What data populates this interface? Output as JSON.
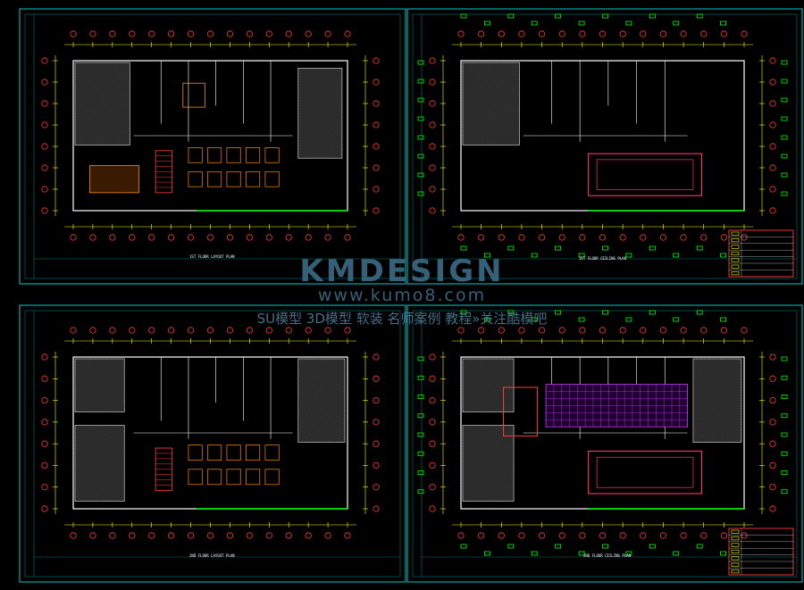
{
  "drawing": {
    "sheets": [
      {
        "id": "plan-top-left",
        "title": "1ST FLOOR LAYOUT PLAN"
      },
      {
        "id": "plan-top-right",
        "title": "1ST FLOOR CEILING PLAN"
      },
      {
        "id": "plan-bottom-left",
        "title": "2ND FLOOR LAYOUT PLAN"
      },
      {
        "id": "plan-bottom-right",
        "title": "2ND FLOOR CEILING PLAN"
      }
    ],
    "colors": {
      "background": "#000000",
      "sheet_border": "#00a8a8",
      "wall": "#ffffff",
      "dimension": "#ffff00",
      "axis_bubble": "#ff3b3b",
      "tag": "#00ff00",
      "furniture": "#ff8c00",
      "fixture": "#ff3366",
      "ceiling_grid": "#cc33ff"
    }
  },
  "watermark": {
    "brand": "KMDESIGN",
    "url": "www.kumo8.com",
    "tagline": "SU模型 3D模型 软装 名师案例 教程»关注酷模吧"
  }
}
